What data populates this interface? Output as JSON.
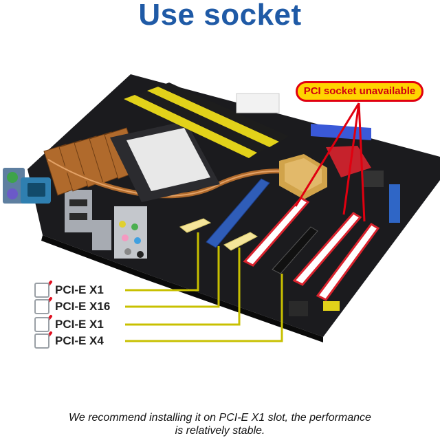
{
  "title": "Use socket",
  "callout": "PCI socket unavailable",
  "slots": [
    {
      "label": "PCI-E X1"
    },
    {
      "label": "PCI-E X16"
    },
    {
      "label": "PCI-E X1"
    },
    {
      "label": "PCI-E X4"
    }
  ],
  "footer": {
    "line1": "We recommend installing it on PCI-E X1 slot, the performance",
    "line2": "is relatively stable."
  },
  "colors": {
    "title": "#1f5aa6",
    "callout_fill": "#ffd400",
    "callout_border": "#e00010",
    "connector_lines": "#c8c000",
    "check": "#e01020",
    "pcb": "#1b1b1e",
    "dimm": "#e2d21a",
    "heatpipe": "#b06a2c",
    "pcie_x16": "#2f5db8",
    "pci": "#c9242b"
  }
}
